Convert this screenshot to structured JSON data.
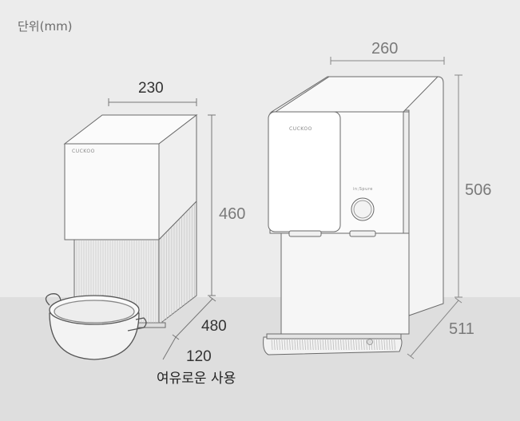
{
  "unit_label": "단위(mm)",
  "product_a": {
    "brand_text": "CUCKOO",
    "width_label": "230",
    "height_label": "460",
    "depth_label": "480",
    "clearance_label": "120",
    "clearance_caption": "여유로운 사용"
  },
  "product_b": {
    "brand_text": "CUCKOO",
    "model_text": "in;Spure",
    "width_label": "260",
    "height_label": "506",
    "depth_label": "511"
  },
  "colors": {
    "background_top": "#ececec",
    "background_floor": "#dedede",
    "body_fill": "#f7f7f7",
    "outline": "#6a6a6a",
    "dim_line": "#888888"
  }
}
